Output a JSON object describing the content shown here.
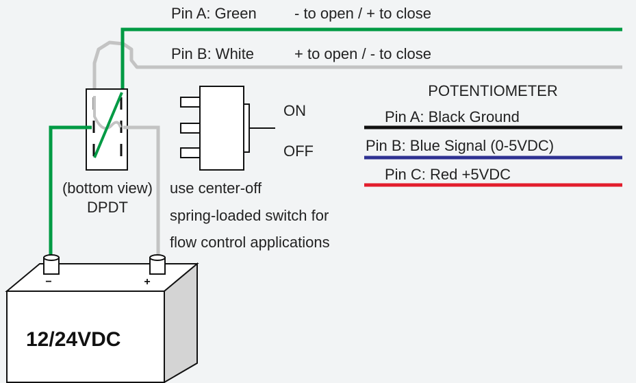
{
  "colors": {
    "green_wire": "#009a44",
    "white_wire": "#c3c3c3",
    "black_wire": "#111111",
    "blue_wire": "#2e3192",
    "red_wire": "#e21d2c"
  },
  "motor_wires": {
    "pin_a_label": "Pin A: Green",
    "pin_a_note": "- to open / + to close",
    "pin_b_label": "Pin B: White",
    "pin_b_note": "+ to open / - to close"
  },
  "switch": {
    "view_label": "(bottom view)",
    "type_label": "DPDT",
    "on_label": "ON",
    "off_label": "OFF",
    "note_line1": "use center-off",
    "note_line2": "spring-loaded switch for",
    "note_line3": "flow control applications"
  },
  "potentiometer": {
    "title": "POTENTIOMETER",
    "pin_a": "Pin A: Black Ground",
    "pin_b": "Pin B: Blue Signal (0-5VDC)",
    "pin_c": "Pin C: Red +5VDC"
  },
  "battery": {
    "voltage_label": "12/24VDC",
    "neg_sign": "−",
    "pos_sign": "+"
  }
}
